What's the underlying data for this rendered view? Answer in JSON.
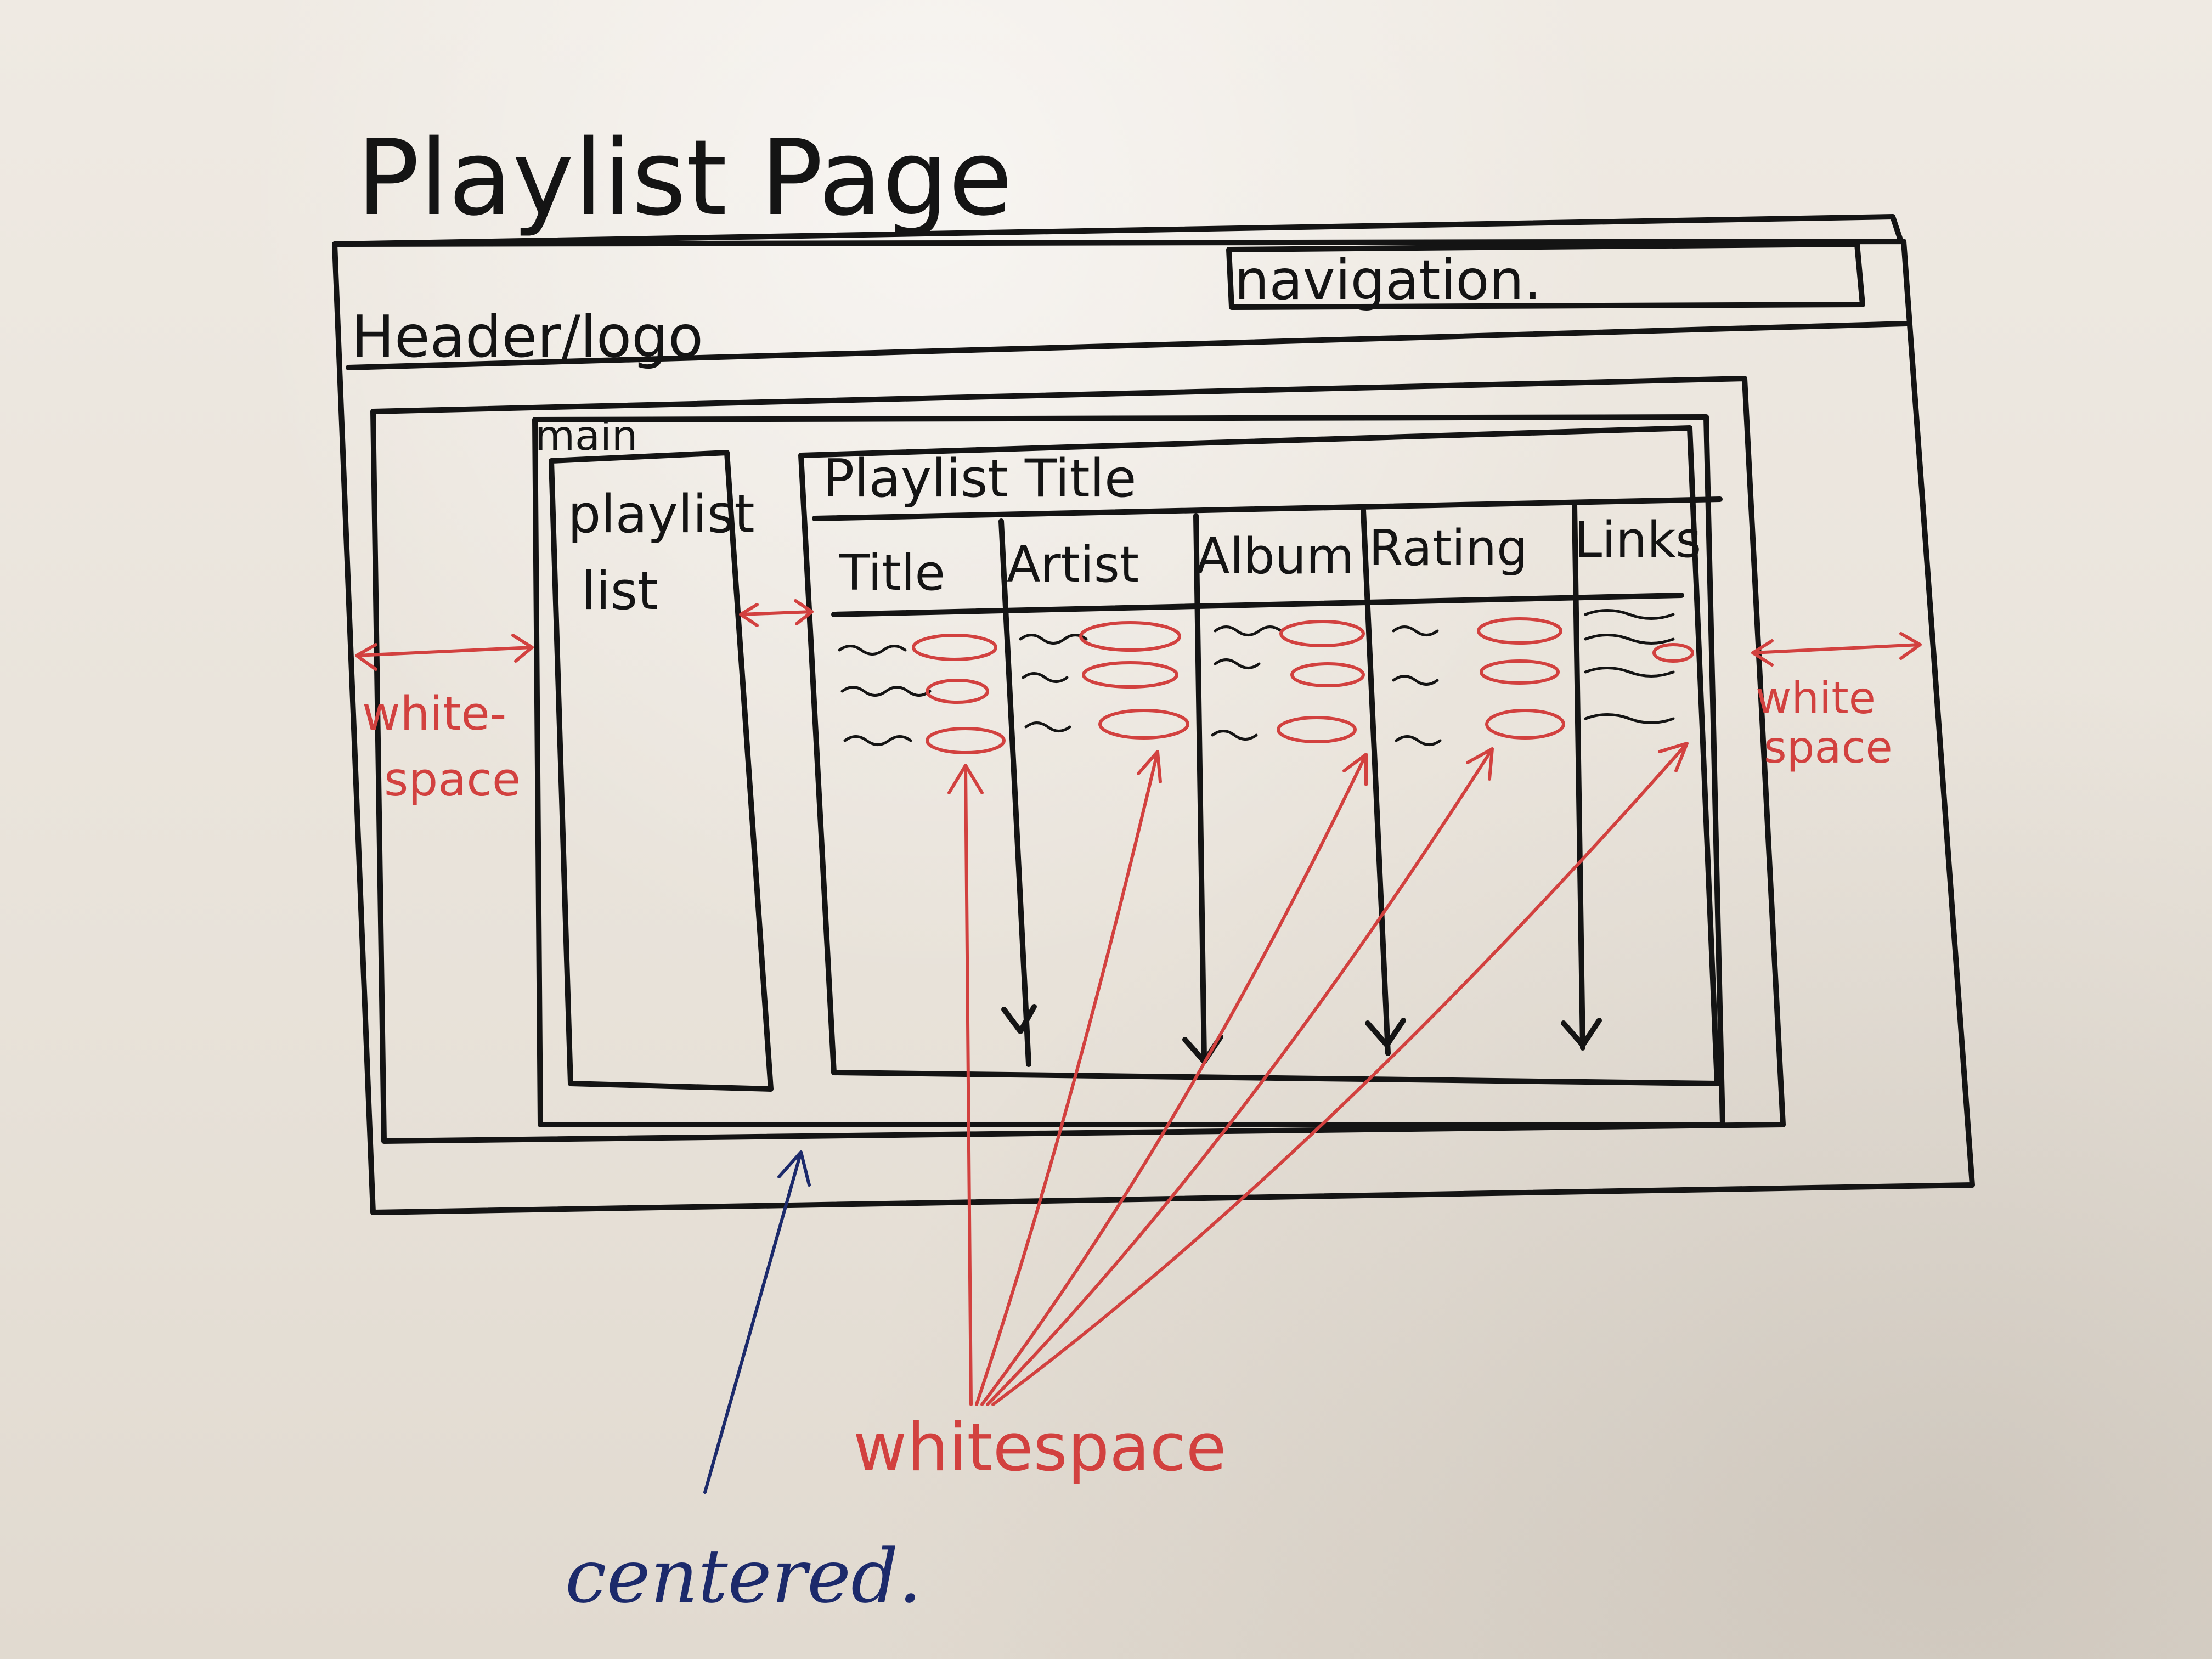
{
  "page_title": "Playlist Page",
  "header": {
    "label": "Header/logo"
  },
  "navigation": {
    "label": "navigation."
  },
  "main": {
    "label": "main"
  },
  "sidebar": {
    "label_line1": "playlist",
    "label_line2": "list"
  },
  "playlist": {
    "title": "Playlist Title",
    "columns": [
      "Title",
      "Artist",
      "Album",
      "Rating",
      "Links"
    ]
  },
  "annotations": {
    "whitespace_left_line1": "white-",
    "whitespace_left_line2": "space",
    "whitespace_right_line1": "white",
    "whitespace_right_line2": "space",
    "whitespace_bottom": "whitespace",
    "centered": "centered."
  },
  "colors": {
    "ink": "#141414",
    "annotation_red": "#d2413f",
    "annotation_blue": "#1c2a6b",
    "paper": "#ece7df"
  }
}
